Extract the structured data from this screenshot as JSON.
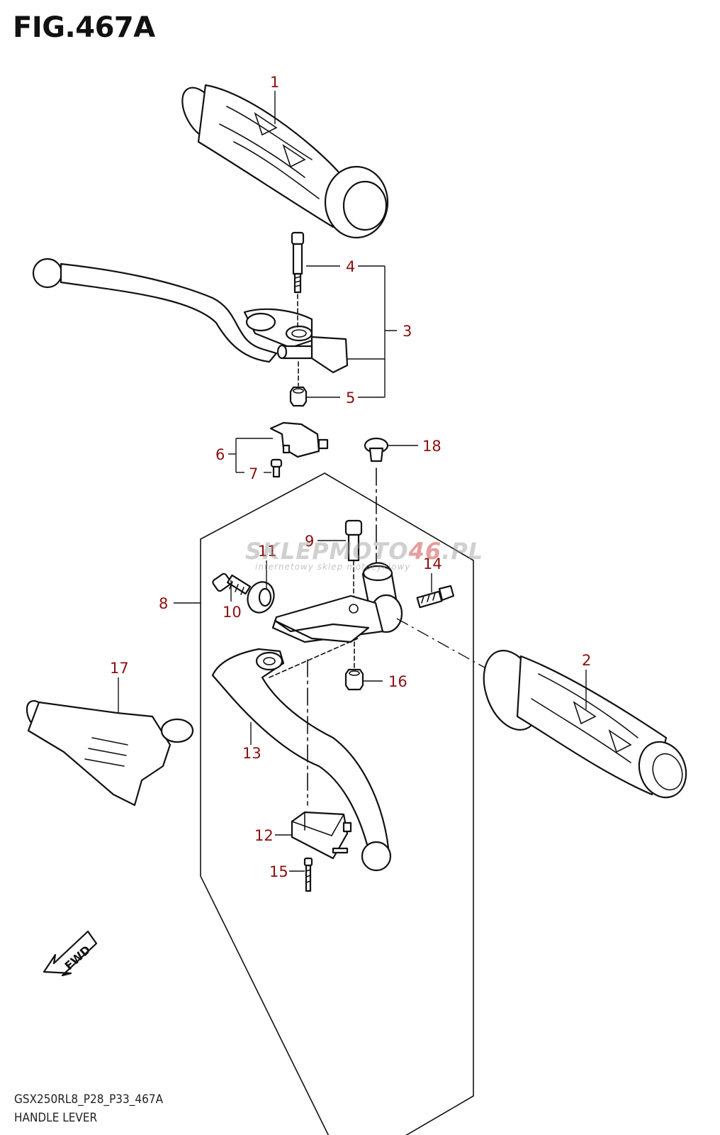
{
  "figure": {
    "title": "FIG.467A",
    "model_code": "GSX250RL8_P28_P33_467A",
    "section_name": "HANDLE LEVER",
    "fwd_label": "FWD"
  },
  "watermark": {
    "main_a": "SKLEP",
    "main_b": "MOTO",
    "main_c": "46",
    "main_d": ".PL",
    "sub": "internetowy sklep motocyklowy"
  },
  "callouts": {
    "c1": "1",
    "c2": "2",
    "c3": "3",
    "c4": "4",
    "c5": "5",
    "c6": "6",
    "c7": "7",
    "c8": "8",
    "c9": "9",
    "c10": "10",
    "c11": "11",
    "c12": "12",
    "c13": "13",
    "c14": "14",
    "c15": "15",
    "c16": "16",
    "c17": "17",
    "c18": "18"
  },
  "colors": {
    "callout": "#8c0f0f",
    "line": "#111111",
    "background": "#ffffff"
  }
}
